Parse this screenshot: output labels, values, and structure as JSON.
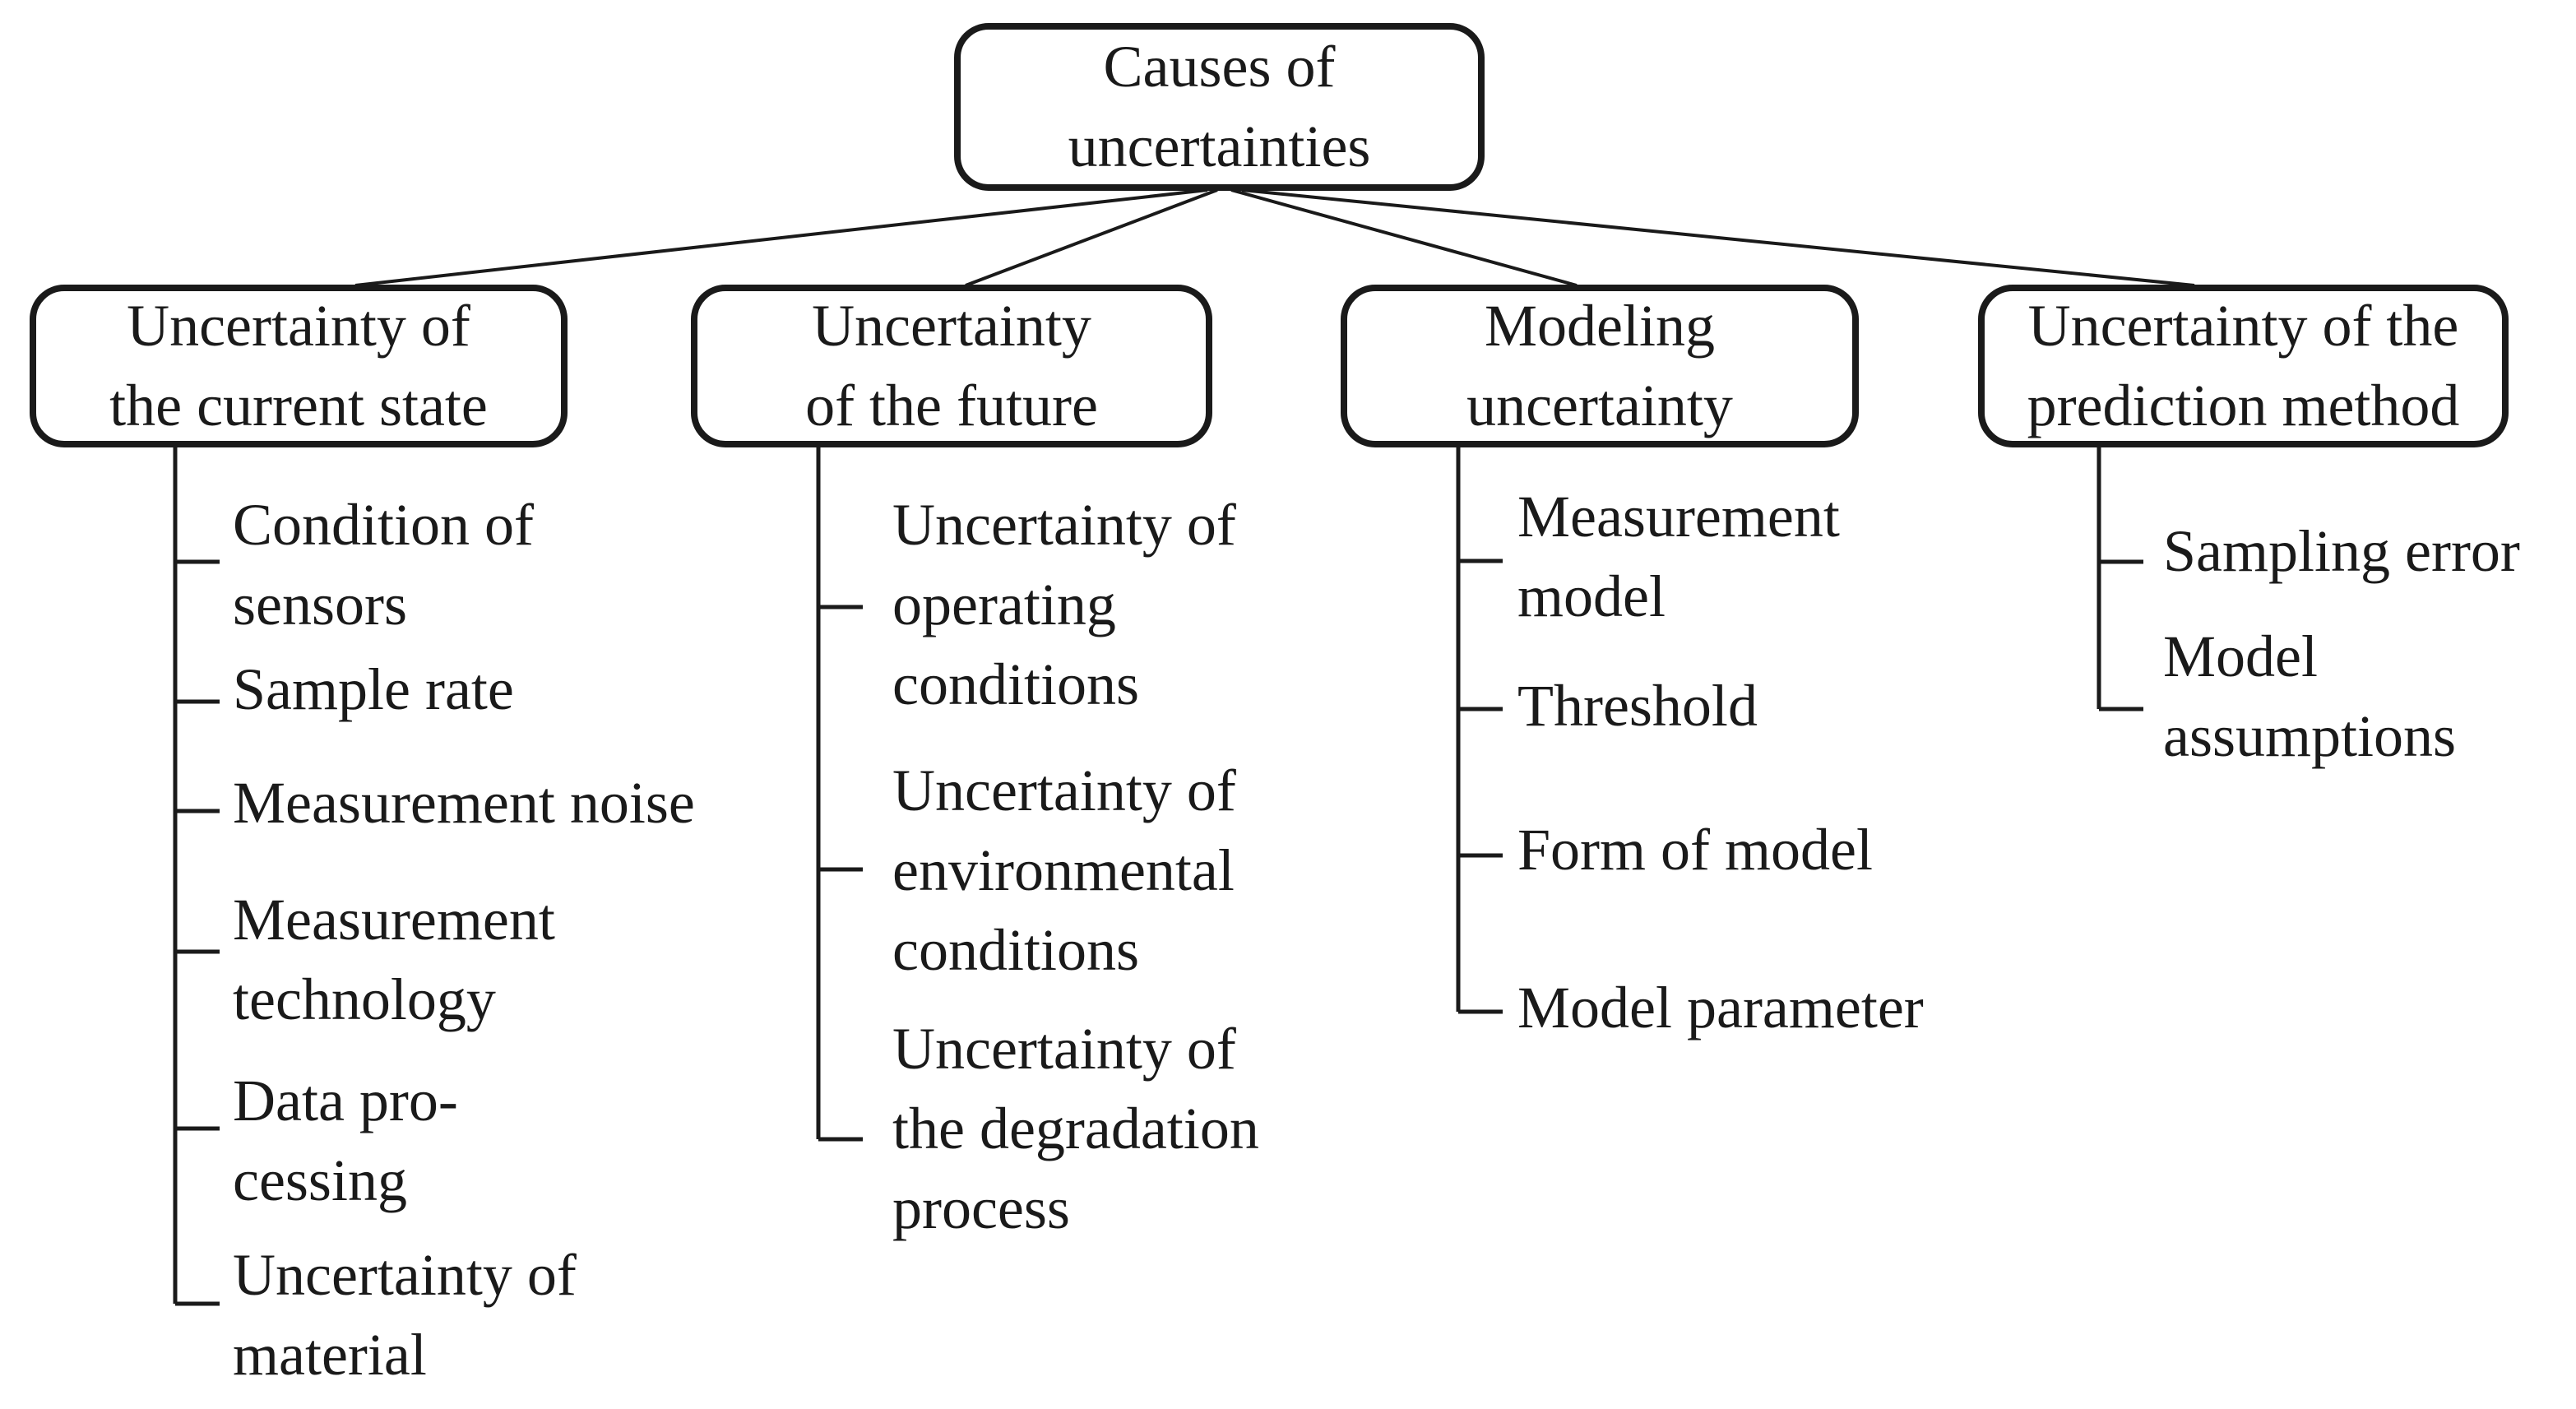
{
  "root": {
    "label": "Causes of\nuncertainties"
  },
  "branches": [
    {
      "label": "Uncertainty of\nthe current state",
      "items": [
        "Condition of\nsensors",
        "Sample rate",
        "Measurement noise",
        "Measurement\ntechnology",
        "Data pro-\ncessing",
        "Uncertainty of\nmaterial"
      ]
    },
    {
      "label": "Uncertainty\nof the future",
      "items": [
        "Uncertainty of\noperating\nconditions",
        "Uncertainty of\nenvironmental\nconditions",
        "Uncertainty of\nthe degradation\nprocess"
      ]
    },
    {
      "label": "Modeling\nuncertainty",
      "items": [
        "Measurement\nmodel",
        "Threshold",
        "Form of model",
        "Model parameter"
      ]
    },
    {
      "label": "Uncertainty of the\nprediction method",
      "items": [
        "Sampling error",
        "Model\nassumptions"
      ]
    }
  ],
  "colors": {
    "ink": "#1a1a1a",
    "background": "#ffffff"
  }
}
